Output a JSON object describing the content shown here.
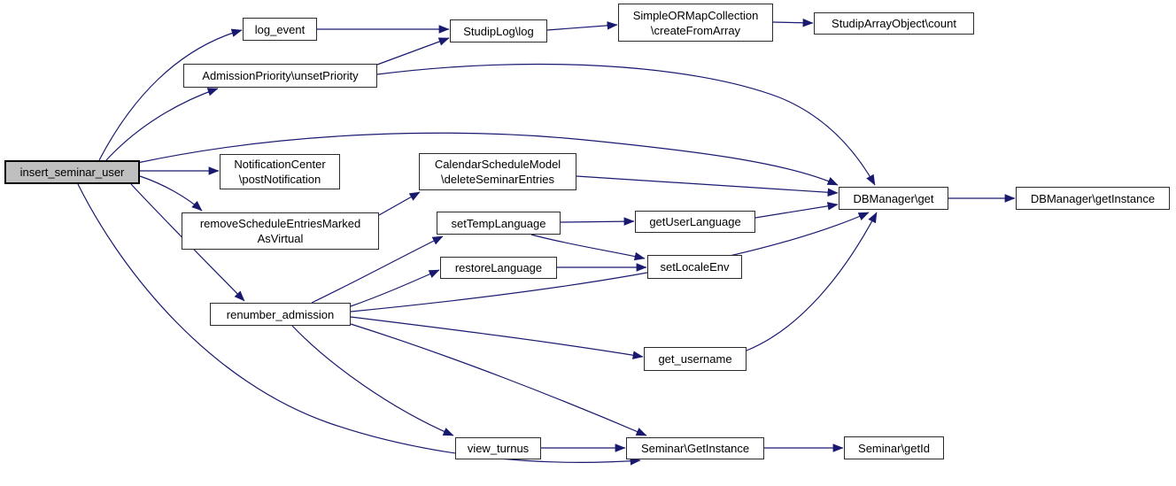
{
  "diagram": {
    "kind": "function-call-graph",
    "root_function": "insert_seminar_user",
    "edge_color": "#191970",
    "node_fill": "#ffffff",
    "root_node_fill": "#bfbfbf",
    "node_border_color": "#2b2b2b",
    "text_color": "#000000"
  },
  "nodes": [
    {
      "id": "insert_seminar_user",
      "label": "insert_seminar_user"
    },
    {
      "id": "log_event",
      "label": "log_event"
    },
    {
      "id": "admission_priority_unset_priority",
      "label": "AdmissionPriority\\unsetPriority"
    },
    {
      "id": "studip_log_log",
      "label": "StudipLog\\log"
    },
    {
      "id": "simple_or_map_collection_create_from_array",
      "label": "SimpleORMapCollection\n\\createFromArray"
    },
    {
      "id": "studip_array_object_count",
      "label": "StudipArrayObject\\count"
    },
    {
      "id": "notification_center_post_notification",
      "label": "NotificationCenter\n\\postNotification"
    },
    {
      "id": "remove_schedule_entries_marked_as_virtual",
      "label": "removeScheduleEntriesMarked\nAsVirtual"
    },
    {
      "id": "calendar_schedule_model_delete_seminar_entries",
      "label": "CalendarScheduleModel\n\\deleteSeminarEntries"
    },
    {
      "id": "set_temp_language",
      "label": "setTempLanguage"
    },
    {
      "id": "get_user_language",
      "label": "getUserLanguage"
    },
    {
      "id": "restore_language",
      "label": "restoreLanguage"
    },
    {
      "id": "set_locale_env",
      "label": "setLocaleEnv"
    },
    {
      "id": "renumber_admission",
      "label": "renumber_admission"
    },
    {
      "id": "db_manager_get",
      "label": "DBManager\\get"
    },
    {
      "id": "db_manager_get_instance",
      "label": "DBManager\\getInstance"
    },
    {
      "id": "get_username",
      "label": "get_username"
    },
    {
      "id": "view_turnus",
      "label": "view_turnus"
    },
    {
      "id": "seminar_get_instance",
      "label": "Seminar\\GetInstance"
    },
    {
      "id": "seminar_get_id",
      "label": "Seminar\\getId"
    }
  ],
  "edges": [
    {
      "from": "insert_seminar_user",
      "to": "log_event"
    },
    {
      "from": "insert_seminar_user",
      "to": "admission_priority_unset_priority"
    },
    {
      "from": "insert_seminar_user",
      "to": "notification_center_post_notification"
    },
    {
      "from": "insert_seminar_user",
      "to": "remove_schedule_entries_marked_as_virtual"
    },
    {
      "from": "insert_seminar_user",
      "to": "renumber_admission"
    },
    {
      "from": "insert_seminar_user",
      "to": "db_manager_get"
    },
    {
      "from": "insert_seminar_user",
      "to": "seminar_get_instance"
    },
    {
      "from": "log_event",
      "to": "studip_log_log"
    },
    {
      "from": "admission_priority_unset_priority",
      "to": "studip_log_log"
    },
    {
      "from": "admission_priority_unset_priority",
      "to": "db_manager_get"
    },
    {
      "from": "studip_log_log",
      "to": "simple_or_map_collection_create_from_array"
    },
    {
      "from": "simple_or_map_collection_create_from_array",
      "to": "studip_array_object_count"
    },
    {
      "from": "remove_schedule_entries_marked_as_virtual",
      "to": "calendar_schedule_model_delete_seminar_entries"
    },
    {
      "from": "calendar_schedule_model_delete_seminar_entries",
      "to": "db_manager_get"
    },
    {
      "from": "renumber_admission",
      "to": "set_temp_language"
    },
    {
      "from": "renumber_admission",
      "to": "restore_language"
    },
    {
      "from": "renumber_admission",
      "to": "db_manager_get"
    },
    {
      "from": "renumber_admission",
      "to": "get_username"
    },
    {
      "from": "renumber_admission",
      "to": "view_turnus"
    },
    {
      "from": "renumber_admission",
      "to": "seminar_get_instance"
    },
    {
      "from": "set_temp_language",
      "to": "get_user_language"
    },
    {
      "from": "set_temp_language",
      "to": "set_locale_env"
    },
    {
      "from": "restore_language",
      "to": "set_locale_env"
    },
    {
      "from": "get_user_language",
      "to": "db_manager_get"
    },
    {
      "from": "get_username",
      "to": "db_manager_get"
    },
    {
      "from": "view_turnus",
      "to": "seminar_get_instance"
    },
    {
      "from": "seminar_get_instance",
      "to": "seminar_get_id"
    },
    {
      "from": "db_manager_get",
      "to": "db_manager_get_instance"
    }
  ]
}
